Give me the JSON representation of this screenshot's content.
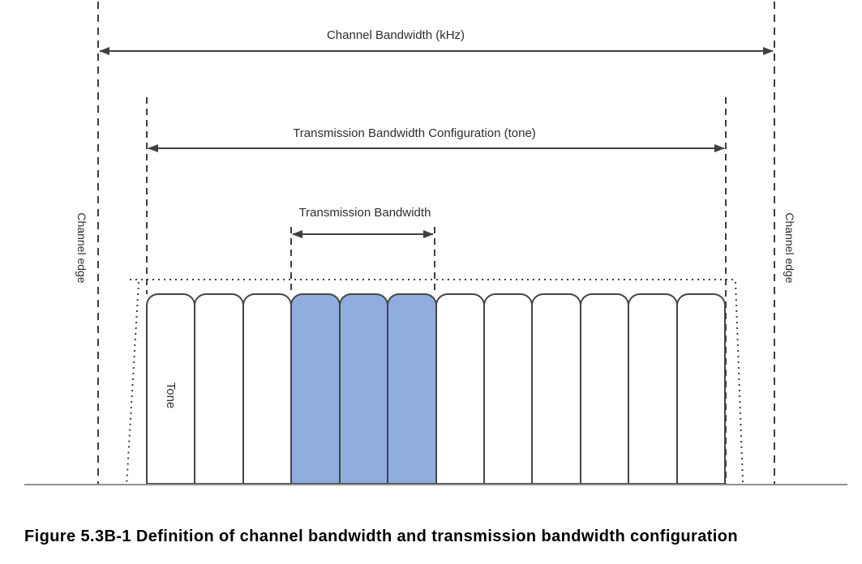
{
  "figure": {
    "caption": "Figure 5.3B-1 Definition of channel bandwidth and transmission bandwidth configuration"
  },
  "labels": {
    "channel_bandwidth": "Channel Bandwidth (kHz)",
    "transmission_bandwidth_configuration": "Transmission Bandwidth Configuration (tone)",
    "transmission_bandwidth": "Transmission Bandwidth",
    "channel_edge_left": "Channel edge",
    "channel_edge_right": "Channel edge",
    "tone": "Tone"
  },
  "tones": {
    "count": 12,
    "highlighted_indices": [
      4,
      5,
      6
    ]
  },
  "colors": {
    "highlight_fill": "#8FAEDF",
    "line": "#3f3f3f",
    "baseline": "#8f8f8f",
    "text": "#2e2e2e"
  }
}
